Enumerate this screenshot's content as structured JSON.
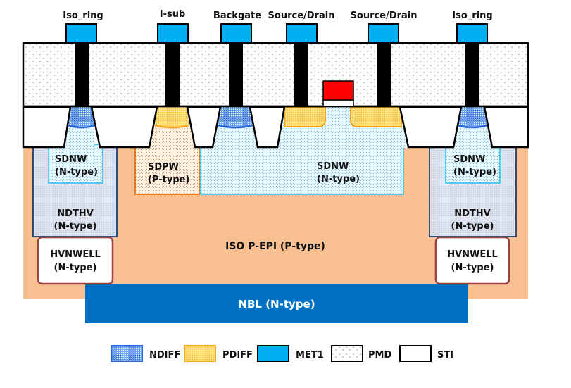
{
  "terminals": [
    "Iso_ring",
    "I-sub",
    "Backgate",
    "Source/Drain",
    "Source/Drain",
    "Iso_ring"
  ],
  "regions": {
    "sdnw_left": {
      "name": "SDNW",
      "type": "(N-type)"
    },
    "sdpw": {
      "name": "SDPW",
      "type": "(P-type)"
    },
    "sdnw_center": {
      "name": "SDNW",
      "type": "(N-type)"
    },
    "sdnw_right": {
      "name": "SDNW",
      "type": "(N-type)"
    },
    "ndthv_left": {
      "name": "NDTHV",
      "type": "(N-type)"
    },
    "ndthv_right": {
      "name": "NDTHV",
      "type": "(N-type)"
    },
    "hvnwell_left": {
      "name": "HVNWELL",
      "type": "(N-type)"
    },
    "hvnwell_right": {
      "name": "HVNWELL",
      "type": "(N-type)"
    },
    "epi": {
      "label": "ISO P-EPI (P-type)"
    },
    "nbl": {
      "label": "NBL (N-type)"
    }
  },
  "legend": [
    {
      "key": "ndiff",
      "label": "NDIFF"
    },
    {
      "key": "pdiff",
      "label": "PDIFF"
    },
    {
      "key": "met1",
      "label": "MET1"
    },
    {
      "key": "pmd",
      "label": "PMD"
    },
    {
      "key": "sti",
      "label": "STI"
    }
  ],
  "colors": {
    "epi": "#f8c090",
    "nbl": "#0070c0",
    "met1": "#00b0f0",
    "gate": "#ff0000",
    "ndiff": "#3a7ee8",
    "pdiff": "#f5c542",
    "sdnw_border": "#4fc8ee",
    "sdpw_border": "#f07a1a",
    "ndthv_border": "#2f4a78",
    "hvnwell_border": "#a04040"
  }
}
